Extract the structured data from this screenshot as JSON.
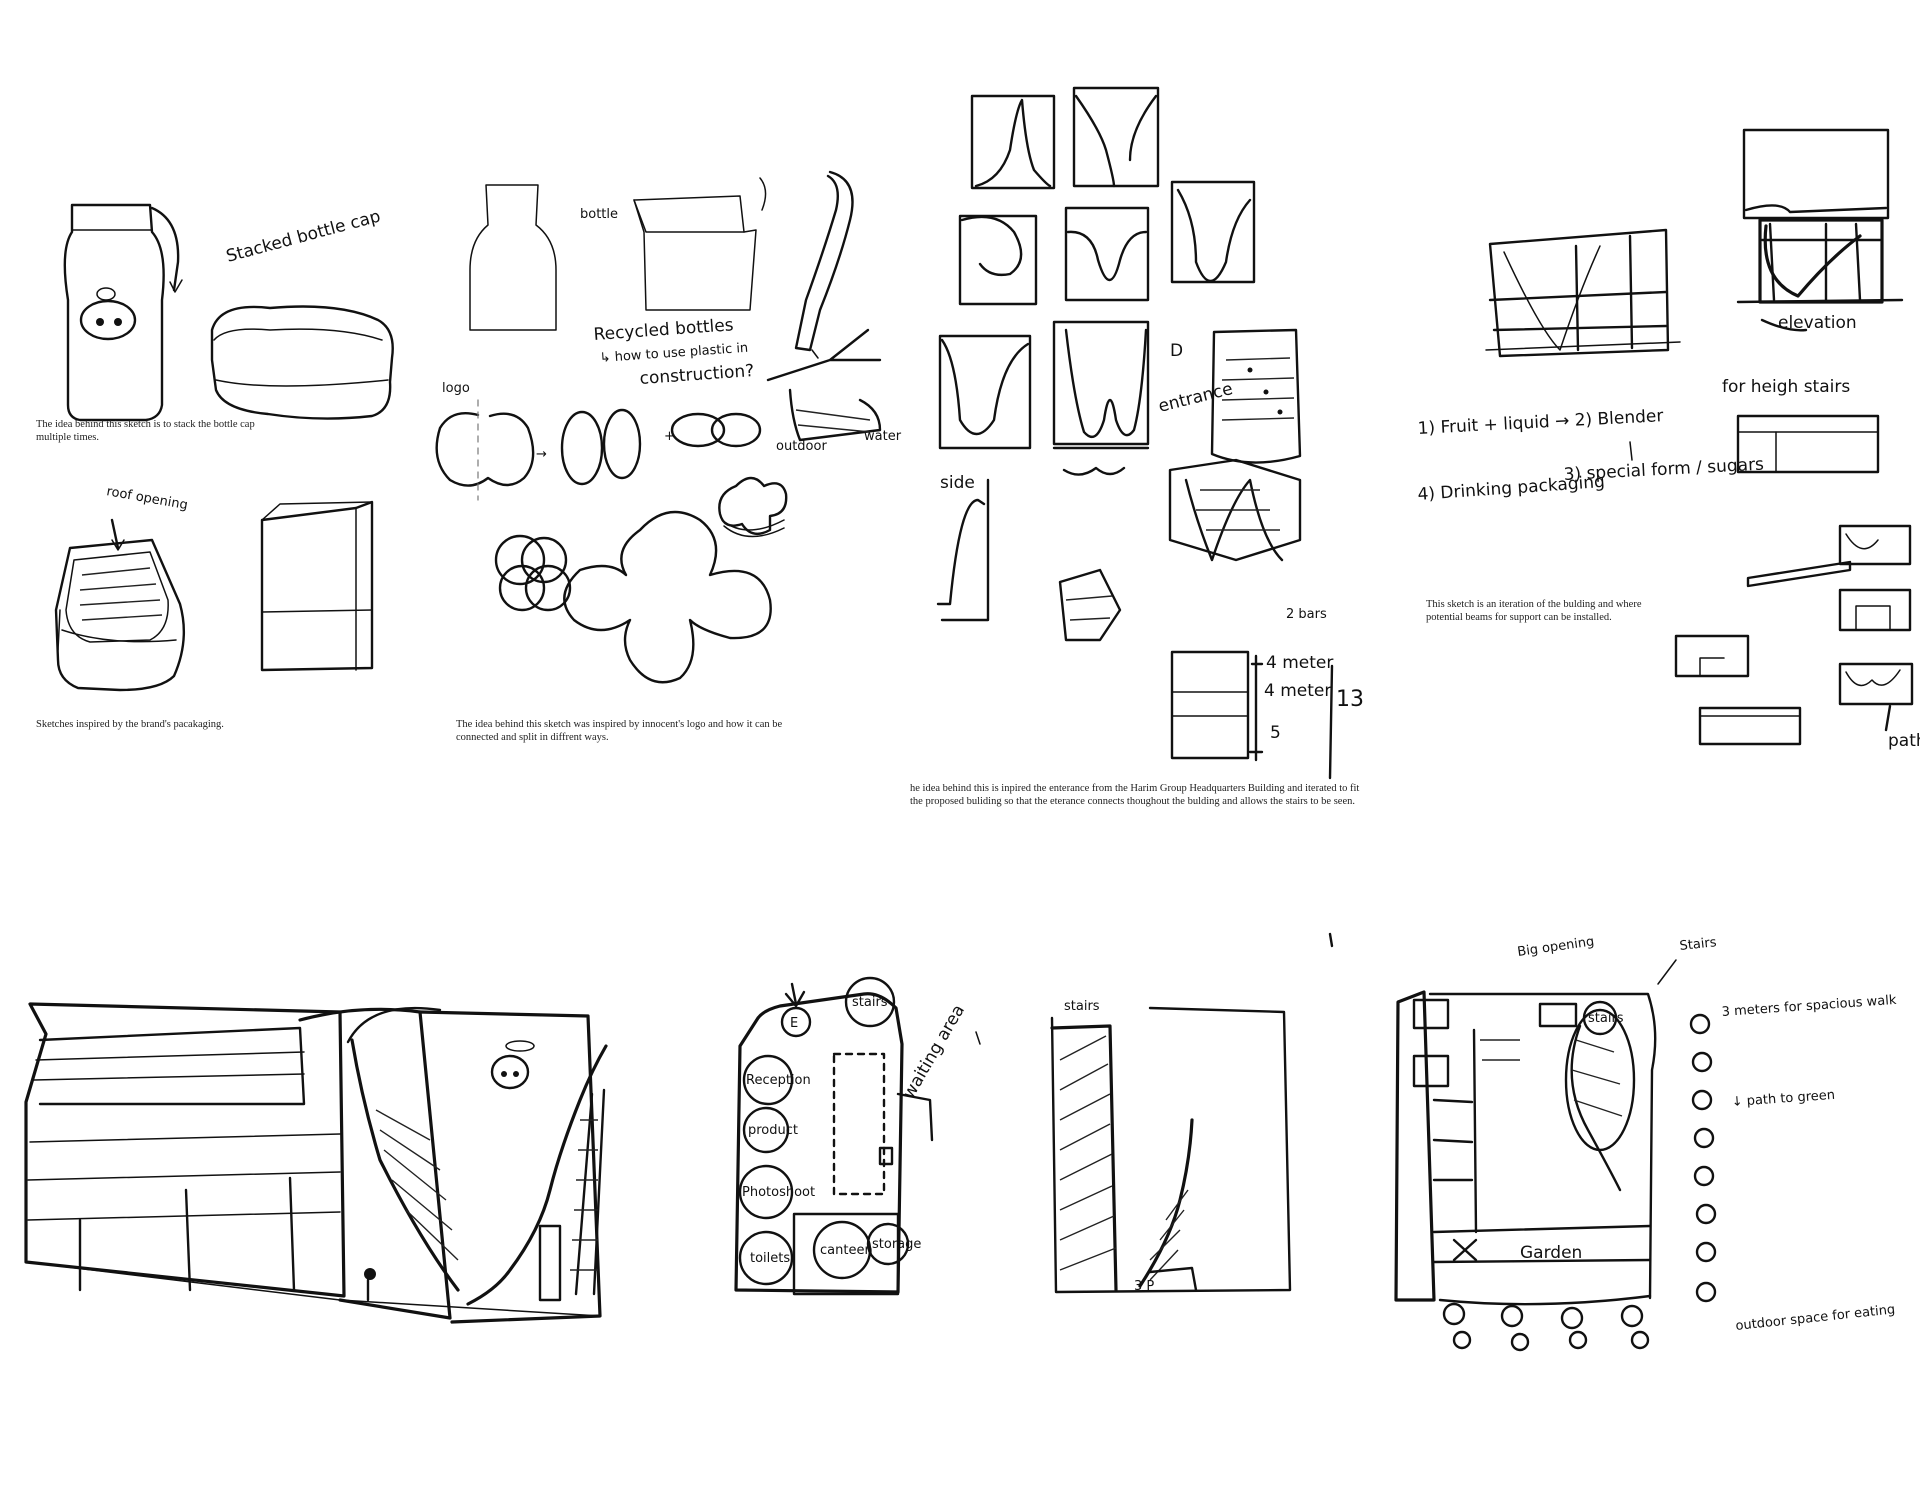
{
  "captions": {
    "bottle_cap": "The idea behind this sketch is to stack the bottle cap multiple times.",
    "packaging": "Sketches inspired by the brand's pacakaging.",
    "logo": "The idea behind this sketch was inspired by innocent's logo and how it can be connected and split in diffrent ways.",
    "harim": "he idea behind this is inpired the enterance from the Harim Group Headquarters Building and iterated to fit the proposed buliding so that the eterance connects thoughout the bulding and allows the stairs to be seen.",
    "beams": "This sketch is an iteration of the bulding and where potential beams for support can be installed."
  },
  "annotations": {
    "stacked_bottle_cap": "Stacked bottle cap",
    "roof_opening": "roof opening",
    "logo": "logo",
    "recycled_bottles": "Recycled bottles",
    "how_to_use": "↳ how to use plastic in",
    "construction": "construction?",
    "entrance": "entrance",
    "side": "side",
    "two_bars": "2 bars",
    "four_meter_a": "4 meter",
    "four_meter_b": "4 meter",
    "five": "5",
    "thirteen": "13",
    "fruit_liquid": "1) Fruit + liquid → 2) Blender",
    "special_form": "3) special form / sugars",
    "drinking_packaging": "4) Drinking packaging",
    "elevation": "elevation",
    "for_heigh_stairs": "for heigh stairs",
    "path": "path",
    "e": "E",
    "stairs": "stairs",
    "reception": "Reception",
    "product": "product",
    "photoshoot": "Photoshoot",
    "toilets": "toilets",
    "canteen": "canteen",
    "storage": "storage",
    "waiting_area": "waiting area",
    "stairs_section": "stairs",
    "big_opening": "Big opening",
    "stairs_plan": "Stairs",
    "stairs_plan_b": "stairs",
    "garden": "Garden",
    "three_meters": "3 meters for spacious walk",
    "path_to_green": "↓ path to green",
    "outdoor": "outdoor space for eating"
  }
}
